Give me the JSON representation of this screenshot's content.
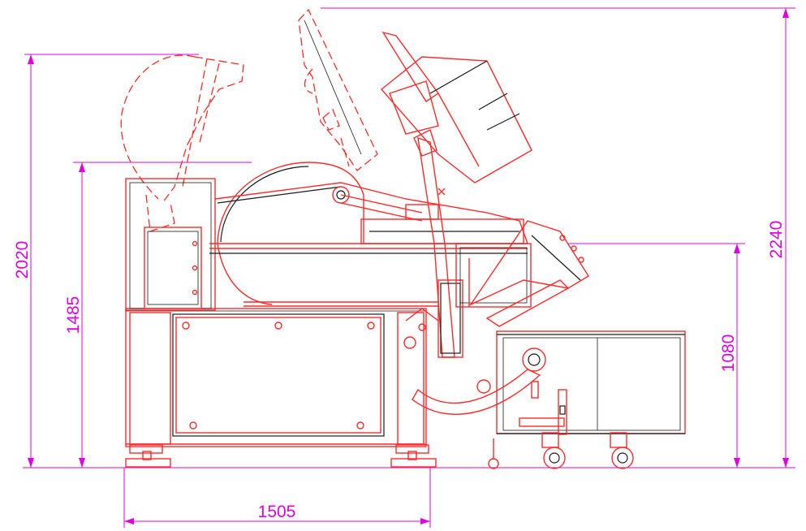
{
  "dimensions": {
    "overall_height_open": "2240",
    "overall_height_lid_open": "2020",
    "machine_height": "1485",
    "discharge_height": "1080",
    "machine_length": "1505"
  },
  "colors": {
    "outline": "#ff2a2a",
    "detail": "#1a1a1a",
    "dimension": "#e000e0"
  }
}
